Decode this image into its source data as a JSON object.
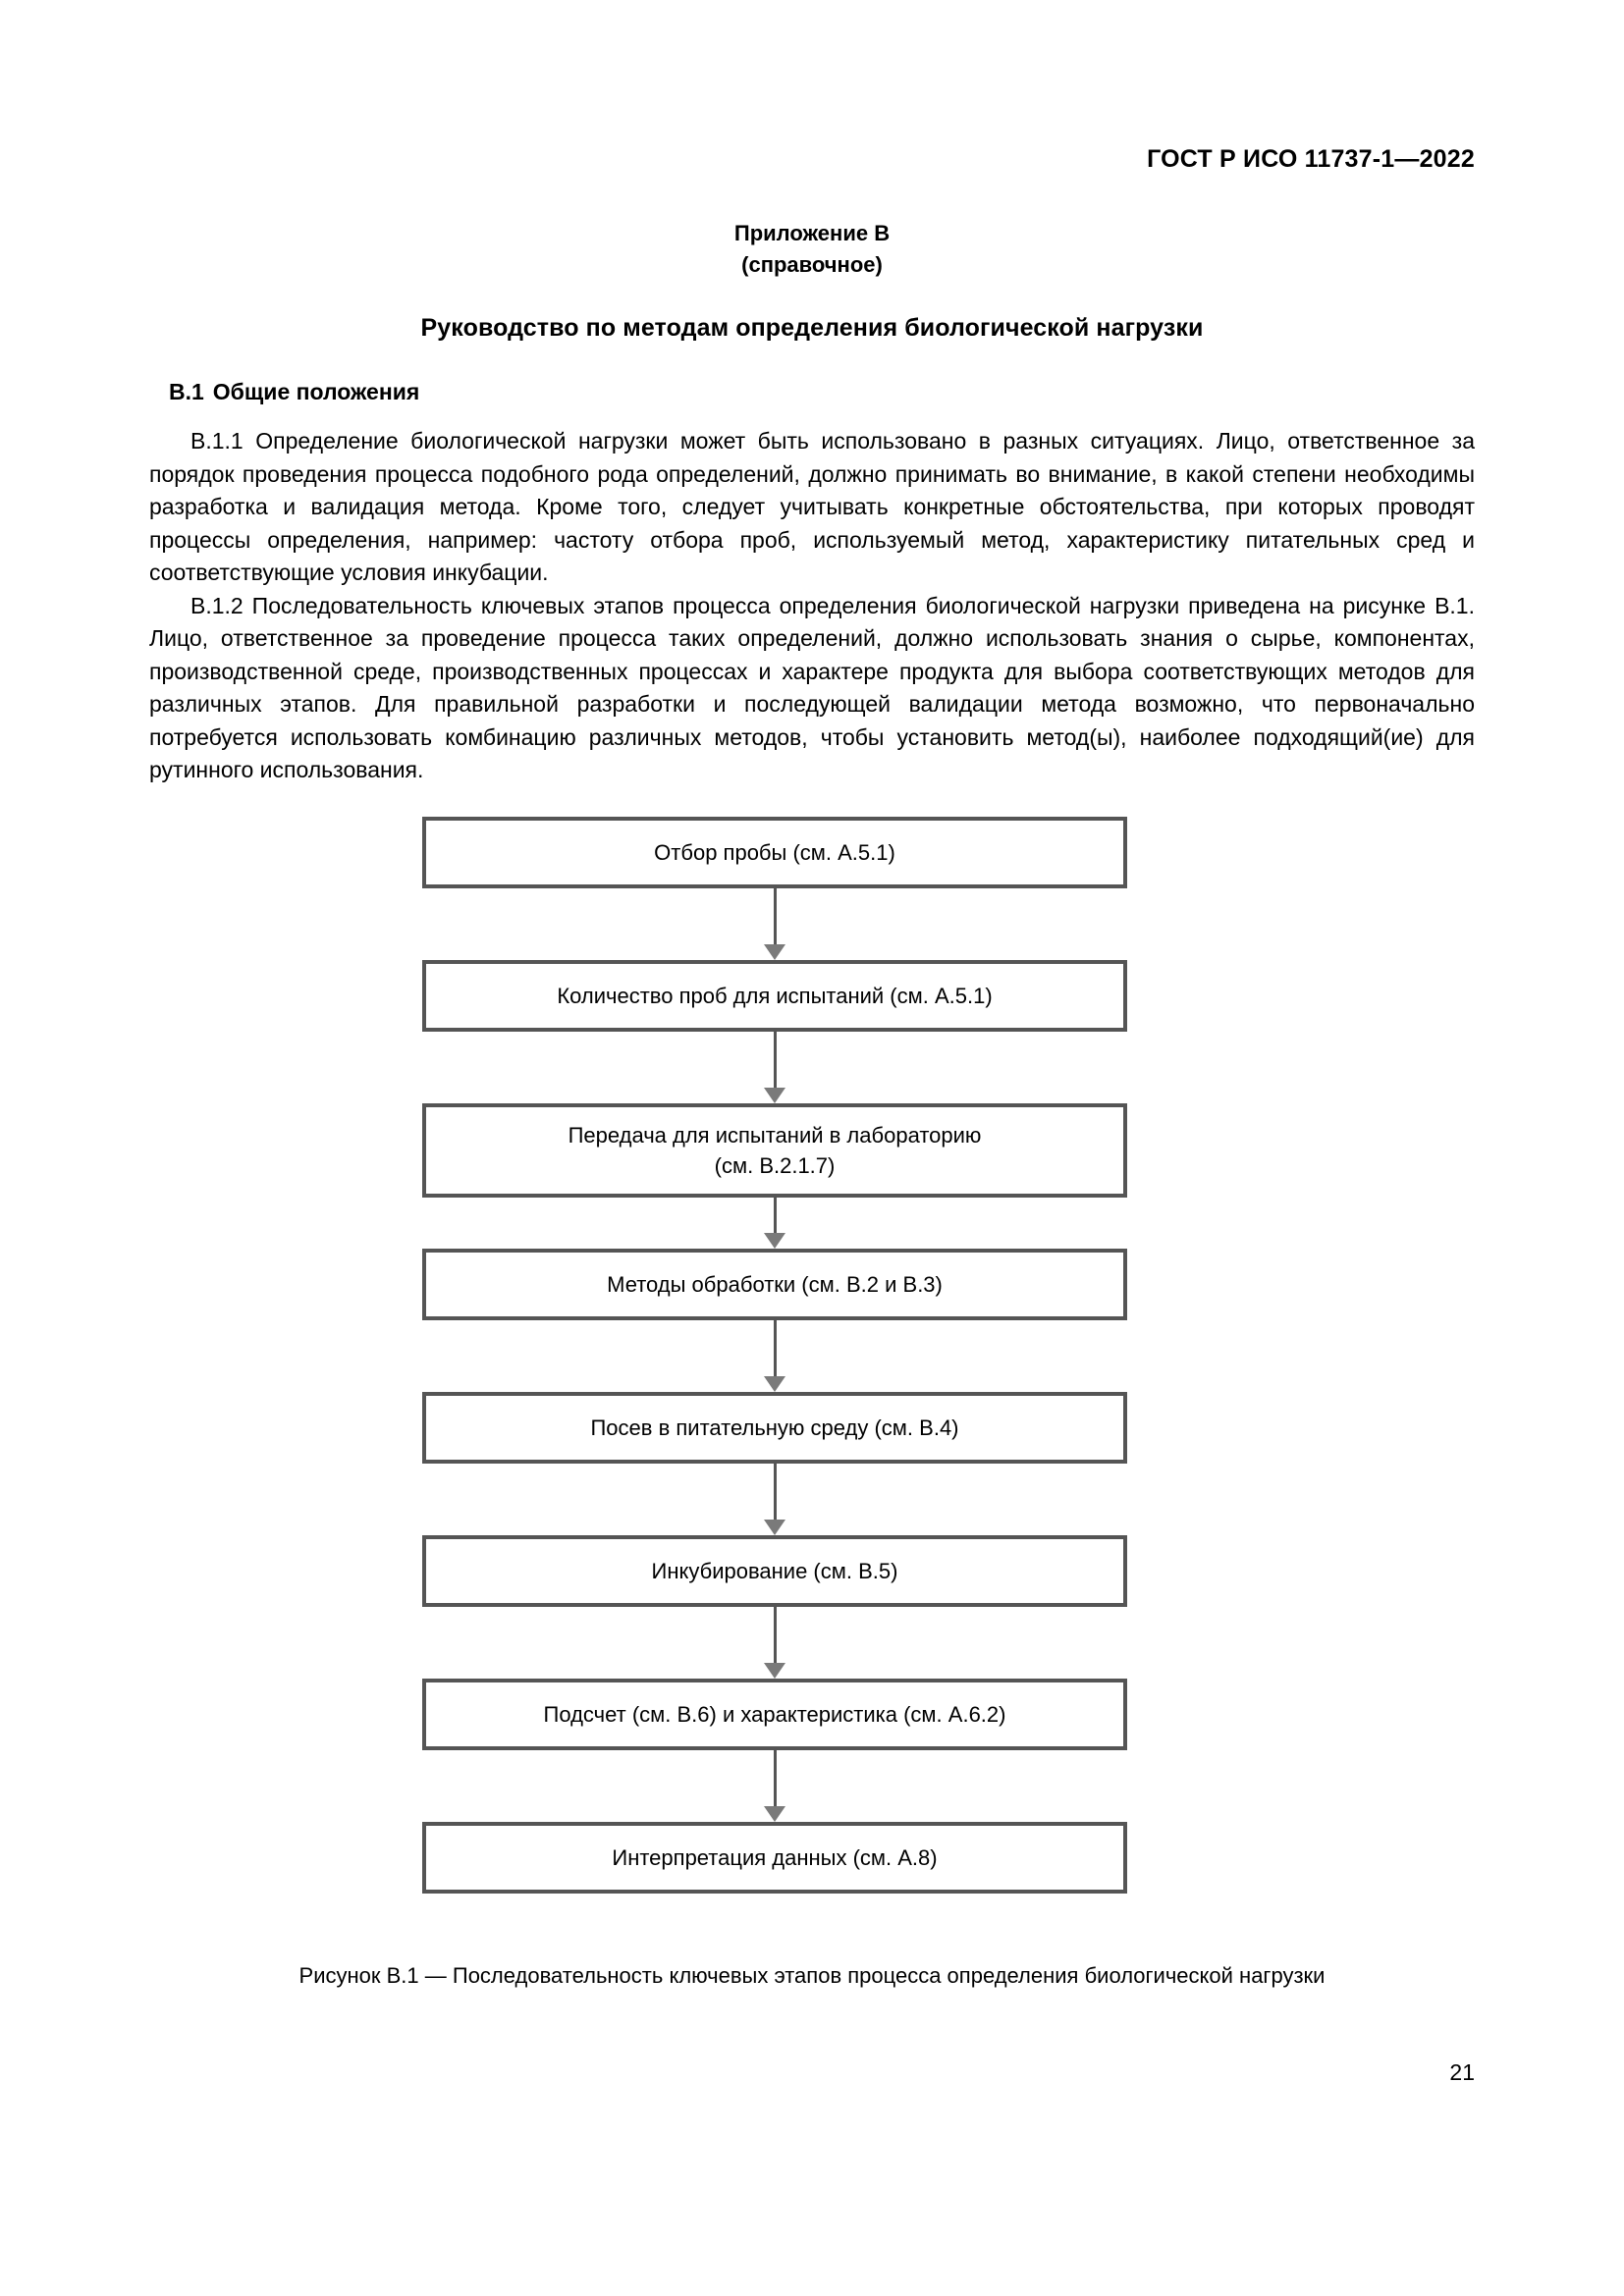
{
  "header": {
    "standard_id": "ГОСТ Р ИСО 11737-1—2022"
  },
  "annex": {
    "title": "Приложение В",
    "subtitle": "(справочное)",
    "heading": "Руководство по методам определения биологической нагрузки"
  },
  "section": {
    "number": "В.1",
    "title": "Общие положения"
  },
  "paragraphs": [
    "В.1.1 Определение биологической нагрузки может быть использовано в разных ситуациях. Лицо, ответственное за порядок проведения процесса подобного рода определений, должно принимать во внимание, в какой степени необходимы разработка и валидация метода. Кроме того, следует учитывать конкретные обстоятельства, при которых проводят процессы определения, например: частоту отбора проб, используемый метод, характеристику питательных сред и соответствующие условия инкубации.",
    "В.1.2 Последовательность ключевых этапов процесса определения биологической нагрузки приведена на рисунке В.1. Лицо, ответственное за проведение процесса таких определений, должно использовать знания о сырье, компонентах, производственной среде, производственных процессах и характере продукта для выбора соответствующих методов для различных этапов. Для правильной разработки и последующей валидации метода возможно, что первоначально потребуется использовать комбинацию различных методов, чтобы установить метод(ы), наиболее подходящий(ие) для рутинного использования."
  ],
  "flowchart": {
    "nodes": [
      {
        "label": "Отбор пробы (см. А.5.1)",
        "lines": 1
      },
      {
        "label": "Количество проб для испытаний (см. А.5.1)",
        "lines": 1
      },
      {
        "label": "Передача для испытаний в лабораторию\n(см. В.2.1.7)",
        "lines": 2
      },
      {
        "label": "Методы обработки (см. В.2 и В.3)",
        "lines": 1
      },
      {
        "label": "Посев в питательную среду (см. В.4)",
        "lines": 1
      },
      {
        "label": "Инкубирование (см. В.5)",
        "lines": 1
      },
      {
        "label": "Подсчет (см. В.6) и характеристика (см. А.6.2)",
        "lines": 1
      },
      {
        "label": "Интерпретация данных (см. А.8)",
        "lines": 1
      }
    ],
    "border_color": "#555555",
    "arrow_color": "#7a7a7a"
  },
  "figure_caption": "Рисунок В.1 — Последовательность ключевых этапов процесса определения биологической нагрузки",
  "page_number": "21"
}
